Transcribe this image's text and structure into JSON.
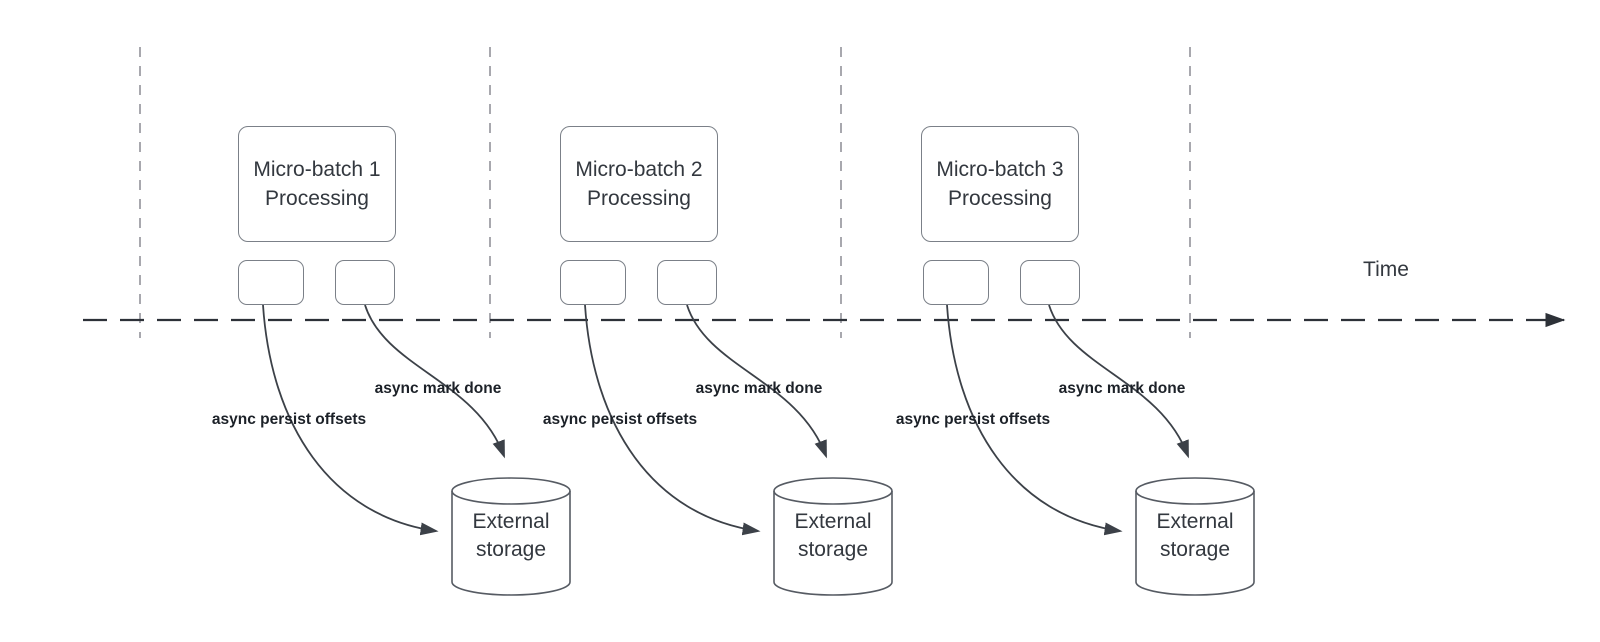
{
  "timeline": {
    "label": "Time"
  },
  "groups": [
    {
      "box": {
        "line1": "Micro-batch 1",
        "line2": "Processing"
      },
      "persist_label": "async persist offsets",
      "mark_done_label": "async mark done",
      "storage": {
        "line1": "External",
        "line2": "storage"
      }
    },
    {
      "box": {
        "line1": "Micro-batch 2",
        "line2": "Processing"
      },
      "persist_label": "async persist offsets",
      "mark_done_label": "async mark done",
      "storage": {
        "line1": "External",
        "line2": "storage"
      }
    },
    {
      "box": {
        "line1": "Micro-batch 3",
        "line2": "Processing"
      },
      "persist_label": "async persist offsets",
      "mark_done_label": "async mark done",
      "storage": {
        "line1": "External",
        "line2": "storage"
      }
    }
  ],
  "colors": {
    "guide": "#a8a8ae",
    "axis": "#2d3138",
    "stroke": "#3c4148",
    "boxBorder": "#7b8088",
    "cylBorder": "#565b63",
    "boxText": "#33383f",
    "labelText": "#1c2128"
  }
}
